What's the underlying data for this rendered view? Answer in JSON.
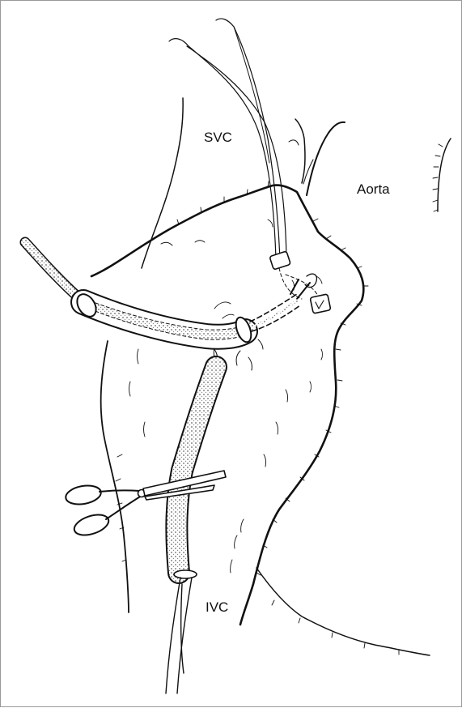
{
  "labels": {
    "svc": "SVC",
    "aorta": "Aorta",
    "ivc": "IVC"
  },
  "colors": {
    "line": "#111111",
    "background": "#ffffff",
    "stipple": "#777777"
  },
  "icons": [
    "scissors-icon",
    "tourniquet-tube-icon",
    "cannula-icon",
    "purse-string-suture-icon"
  ]
}
